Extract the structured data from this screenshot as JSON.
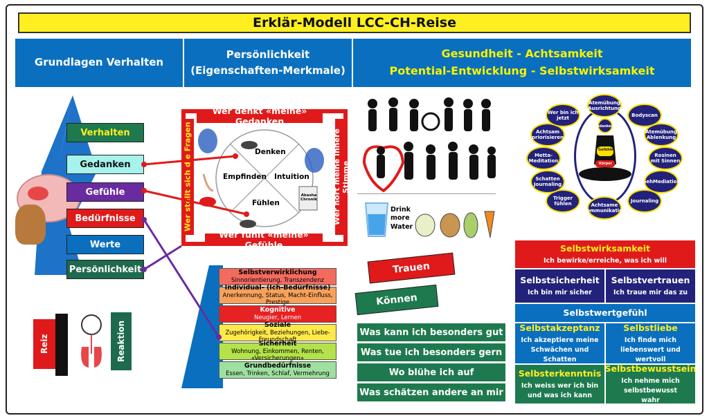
{
  "title": "Erklär-Modell LCC-CH-Reise",
  "columns": {
    "left": "Grundlagen Verhalten",
    "middle_line1": "Persönlichkeit",
    "middle_line2": "(Eigenschaften-Merkmale)",
    "right_line1": "Gesundheit - Achtsamkeit",
    "right_line2": "Potential-Entwicklung - Selbstwirksamkeit"
  },
  "behavior_labels": [
    "Verhalten",
    "Gedanken",
    "Gefühle",
    "Bedürfnisse",
    "Werte",
    "Persönlichkeit"
  ],
  "reiz_reaktion": {
    "reiz": "Reiz",
    "reaktion": "Reaktion"
  },
  "wheel": {
    "top": "Wer denkt «meine» Gedanken",
    "bottom": "Wer fühlt «meine» Gefühle",
    "left": "Wer stellt sich die Fragen",
    "right": "Wer hört meine innere Stimme",
    "denken": "Denken",
    "empfinden": "Empfinden",
    "intuition": "Intuition",
    "fuehlen": "Fühlen",
    "book": "Akasha Chronik"
  },
  "pyramid": [
    {
      "title": "Selbstverwirklichung",
      "sub": "Sinnorientierung, Transzendenz",
      "color": "#f26b5e"
    },
    {
      "title": "Individual- (Ich-Bedürfnisse)",
      "sub": "Anerkennung, Status, Macht-Einfluss, Prestige",
      "color": "#f6a25c"
    },
    {
      "title": "Kognitive",
      "sub": "Neugier, Lernen",
      "color": "#e62222",
      "textcolor": "#ffffff"
    },
    {
      "title": "Soziale",
      "sub": "Zugehörigkeit, Beziehungen, Liebe-Freundschaft",
      "color": "#ffe84a"
    },
    {
      "title": "Sicherheit",
      "sub": "Wohnung, Einkommen, Renten, «Versicherungen»",
      "color": "#b4e24a"
    },
    {
      "title": "Grundbedürfnisse",
      "sub": "Essen, Trinken, Schlaf, Vermehrung",
      "color": "#9fe0a0"
    }
  ],
  "drink": "Drink more Water",
  "meditation": {
    "nodes": [
      "Atemübung Ausrichtung",
      "Bodyscan",
      "Atemübung Ablenkung",
      "Rosinen mit Sinnen",
      "GehMediation",
      "Journaling",
      "Achtsame Kommunikation",
      "Trigger fühlen",
      "Schatten Journaling",
      "Metta-Meditation",
      "Achtsam priorisieren",
      "Wer bin ich jetzt"
    ],
    "chakras": [
      "Gedanken",
      "Gefühle",
      "Körper"
    ]
  },
  "trauen": "Trauen",
  "koennen": "Können",
  "questions": [
    "Was kann ich besonders gut",
    "Was tue ich besonders gern",
    "Wo blühe ich auf",
    "Was schätzen andere an mir"
  ],
  "selbst": {
    "wirksamkeit": {
      "h": "Selbstwirksamkeit",
      "s": "Ich bewirke/erreiche, was ich will"
    },
    "sicherheit": {
      "h": "Selbstsicherheit",
      "s": "Ich bin mir sicher"
    },
    "vertrauen": {
      "h": "Selbstvertrauen",
      "s": "Ich traue mir das zu"
    },
    "wertgefuehl": {
      "h": "Selbstwertgefühl"
    },
    "akzeptanz": {
      "h": "Selbstakzeptanz",
      "s1": "Ich akzeptiere meine",
      "s2": "Schwächen und Schatten"
    },
    "liebe": {
      "h": "Selbstliebe",
      "s1": "Ich finde mich",
      "s2": "liebenswert und wertvoll"
    },
    "erkenntnis": {
      "h": "Selbsterkenntnis",
      "s1": "Ich weiss wer ich bin",
      "s2": "und was ich kann"
    },
    "bewusstsein": {
      "h": "Selbstbewusstsein",
      "s1": "Ich nehme mich selbstbewusst",
      "s2": "wahr"
    }
  },
  "colors": {
    "blue_header": "#0a6fbf",
    "yellow": "#ffef20",
    "red": "#e01a1a",
    "green": "#1e7a4e",
    "navy": "#22227a"
  }
}
